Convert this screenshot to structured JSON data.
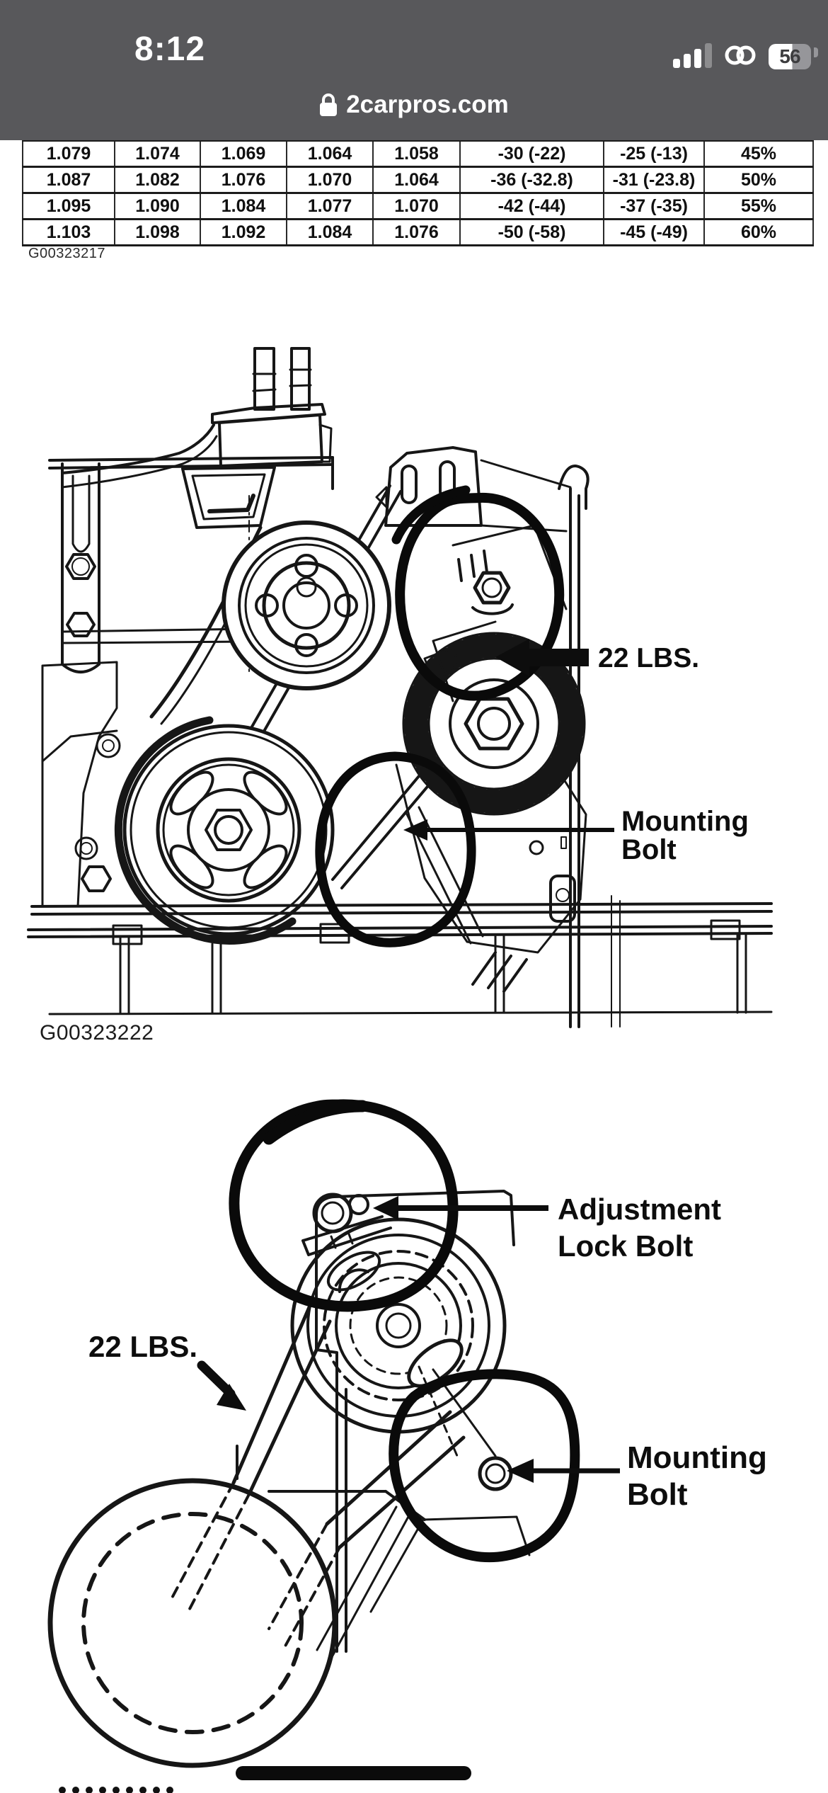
{
  "status_bar": {
    "time": "8:12",
    "battery_percent": "56",
    "icons": {
      "cellular": "signal-bars-3-of-4",
      "hotspot": "chain-link",
      "battery": "battery-fill-56"
    }
  },
  "url_bar": {
    "domain": "2carpros.com",
    "icon": "padlock"
  },
  "colors": {
    "header_bg": "#58585b",
    "ink": "#141414",
    "paper": "#ffffff"
  },
  "table": {
    "caption": "G00323217",
    "rows": [
      [
        "1.079",
        "1.074",
        "1.069",
        "1.064",
        "1.058",
        "-30 (-22)",
        "-25 (-13)",
        "45%"
      ],
      [
        "1.087",
        "1.082",
        "1.076",
        "1.070",
        "1.064",
        "-36 (-32.8)",
        "-31 (-23.8)",
        "50%"
      ],
      [
        "1.095",
        "1.090",
        "1.084",
        "1.077",
        "1.070",
        "-42 (-44)",
        "-37 (-35)",
        "55%"
      ],
      [
        "1.103",
        "1.098",
        "1.092",
        "1.084",
        "1.076",
        "-50 (-58)",
        "-45 (-49)",
        "60%"
      ]
    ]
  },
  "figure1": {
    "caption": "G00323222",
    "labels": {
      "torque": "22 LBS.",
      "mount_line1": "Mounting",
      "mount_line2": "Bolt"
    }
  },
  "figure2": {
    "labels": {
      "adjust_line1": "Adjustment",
      "adjust_line2": "Lock Bolt",
      "torque": "22 LBS.",
      "mount_line1": "Mounting",
      "mount_line2": "Bolt"
    }
  }
}
